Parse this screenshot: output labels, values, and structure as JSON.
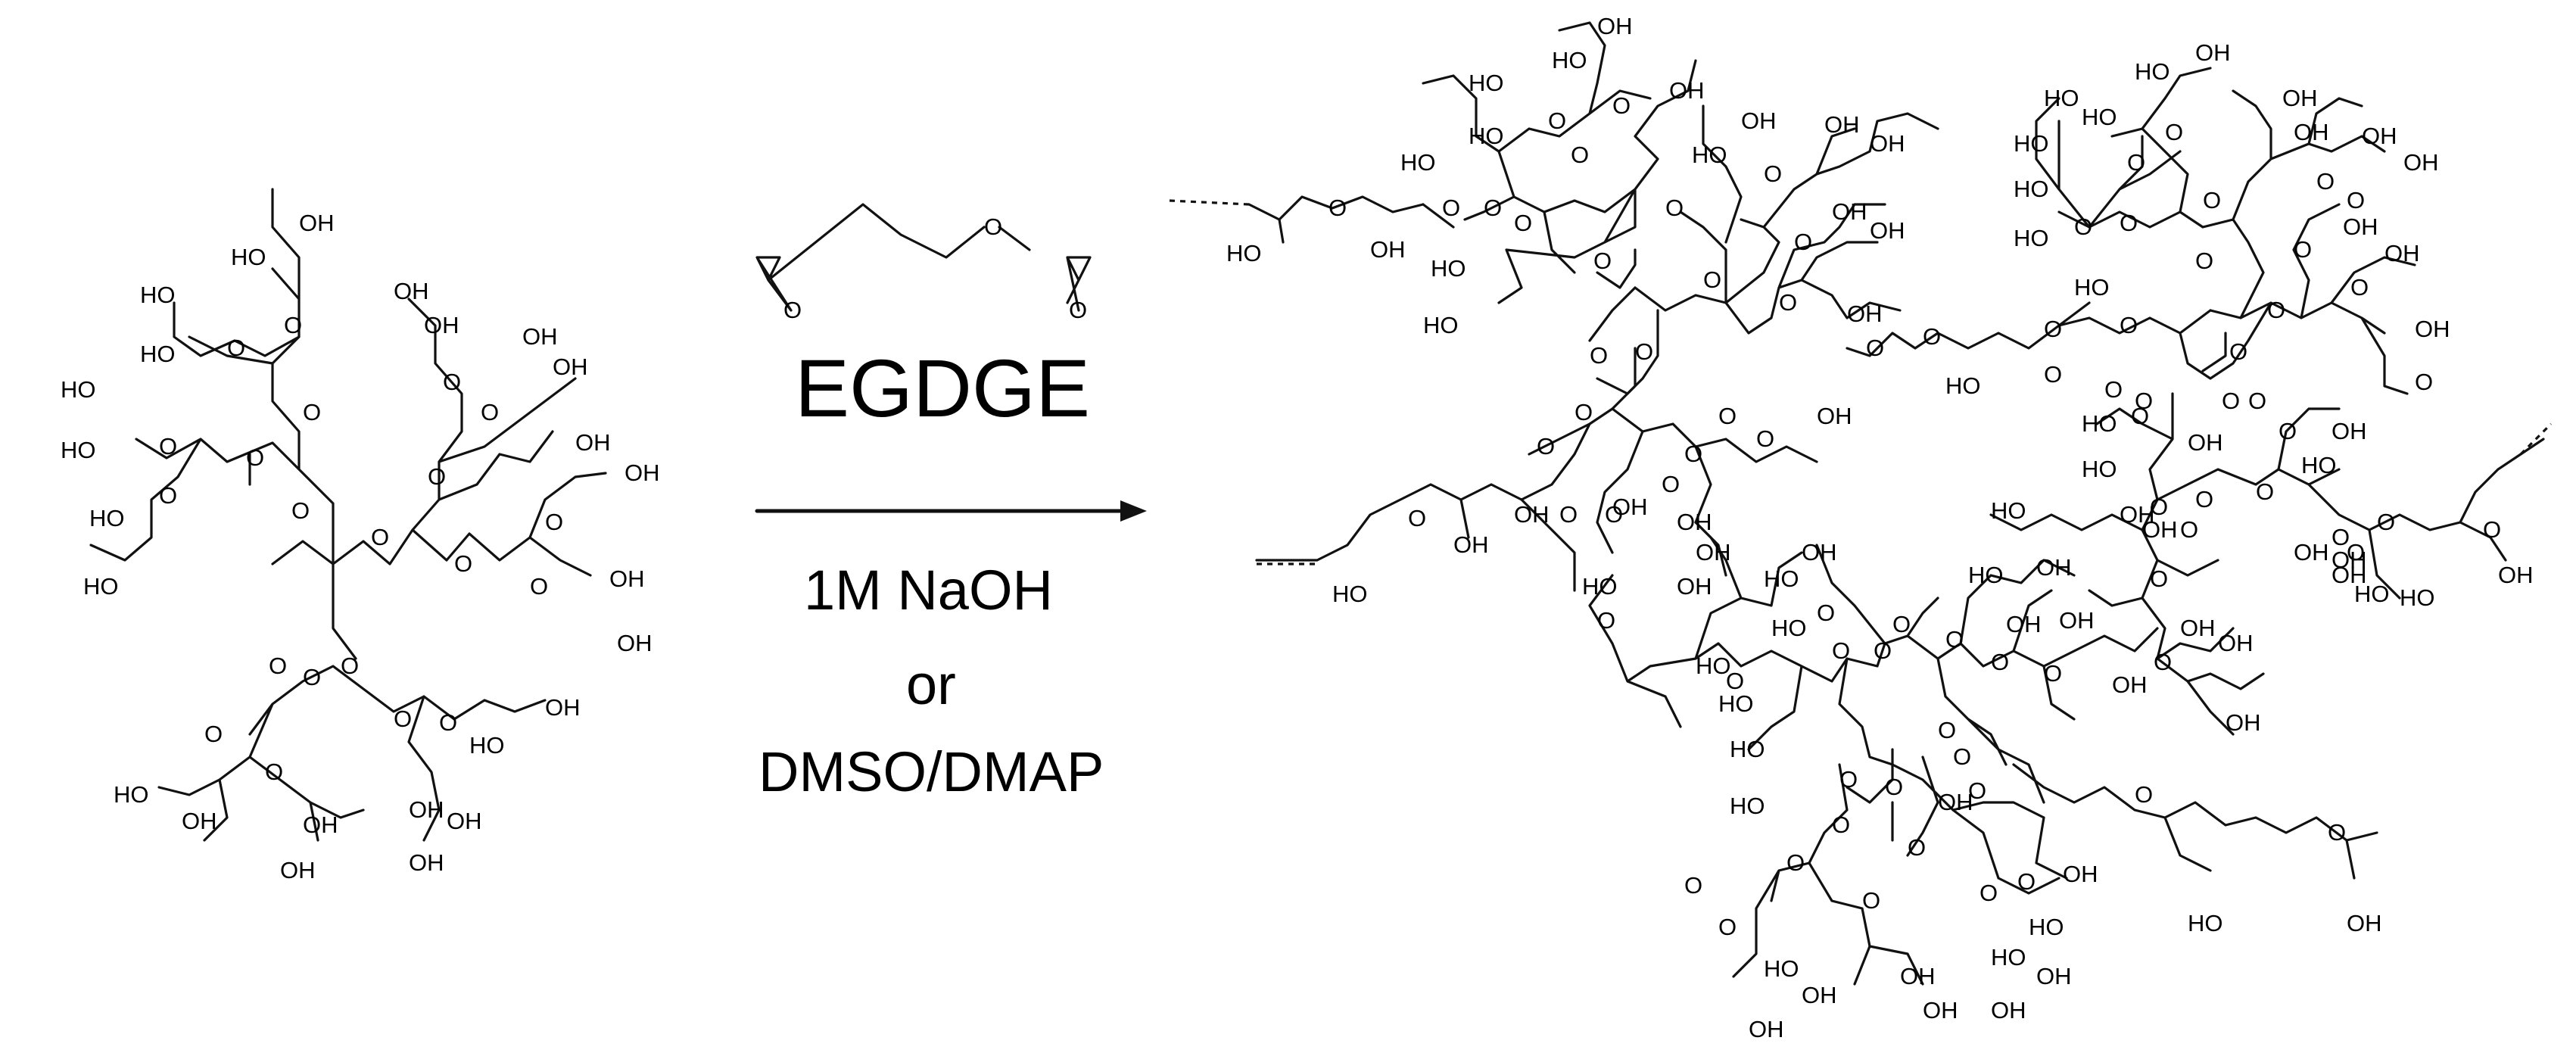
{
  "reagent": {
    "name": "EGDGE",
    "condition_1": "1M NaOH",
    "separator": "or",
    "condition_2": "DMSO/DMAP"
  },
  "atom_labels": {
    "hydroxyl": "OH",
    "hydroxyl_left": "HO",
    "hydroxyl_methyl": "HO",
    "ether": "O"
  }
}
